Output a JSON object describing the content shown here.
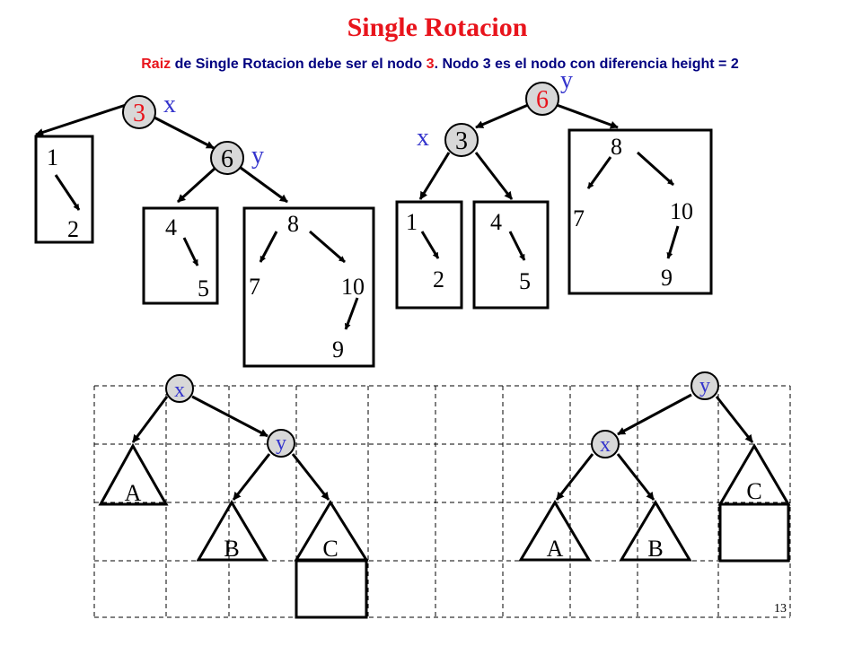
{
  "title": "Single Rotacion",
  "subtitle": {
    "raiz": "Raiz",
    "part1": " de Single Rotacion debe ser el nodo ",
    "node": "3",
    "part2": ".   Nodo 3 es el nodo con diferencia height = 2"
  },
  "colors": {
    "title": "#e8141c",
    "subtitle_text": "#000080",
    "highlight": "#e8141c",
    "label": "#3333cc",
    "node_fill": "#d8d8d8",
    "line": "#000000"
  },
  "before": {
    "root": "3",
    "root_tag": "x",
    "child": "6",
    "child_tag": "y",
    "box1": [
      "1",
      "2"
    ],
    "box2": [
      "4",
      "5"
    ],
    "box3": [
      "8",
      "7",
      "10",
      "9"
    ]
  },
  "after": {
    "root": "6",
    "root_tag": "y",
    "child": "3",
    "child_tag": "x",
    "box1": [
      "1",
      "2"
    ],
    "box2": [
      "4",
      "5"
    ],
    "box3": [
      "8",
      "7",
      "10",
      "9"
    ]
  },
  "schema_left": {
    "top": "x",
    "mid": "y",
    "subtrees": [
      "A",
      "B",
      "C"
    ]
  },
  "schema_right": {
    "top": "y",
    "mid": "x",
    "subtrees": [
      "A",
      "B",
      "C"
    ]
  },
  "page_number": "13"
}
